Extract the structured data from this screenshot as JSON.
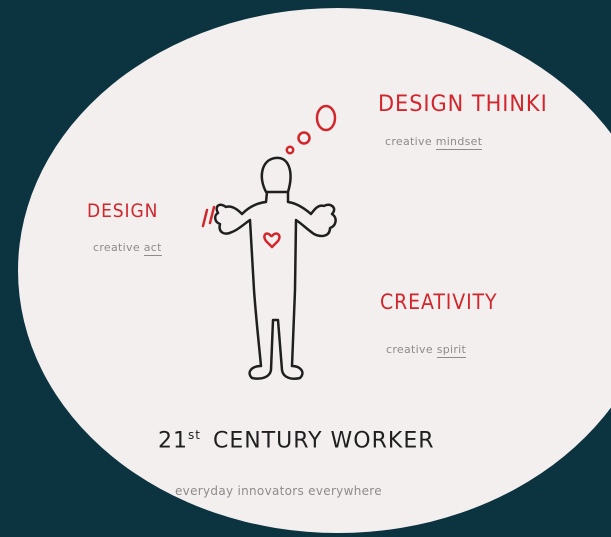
{
  "design_thinking": {
    "title": "DESIGN THINKI",
    "subtitle_prefix": "creative ",
    "subtitle_key": "mindset"
  },
  "design": {
    "title": "DESIGN",
    "subtitle_prefix": "creative ",
    "subtitle_key": "act"
  },
  "creativity": {
    "title": "CREATIVITY",
    "subtitle_prefix": "creative ",
    "subtitle_key": "spirit"
  },
  "worker": {
    "number": "21",
    "sup": "st",
    "title": "CENTURY WORKER",
    "tagline": "everyday innovators everywhere"
  },
  "colors": {
    "background": "#0c3440",
    "paper": "#f3efef",
    "accent_red": "#d2262c",
    "ink": "#1f1f1f",
    "gray_text": "#8d8b8b"
  }
}
